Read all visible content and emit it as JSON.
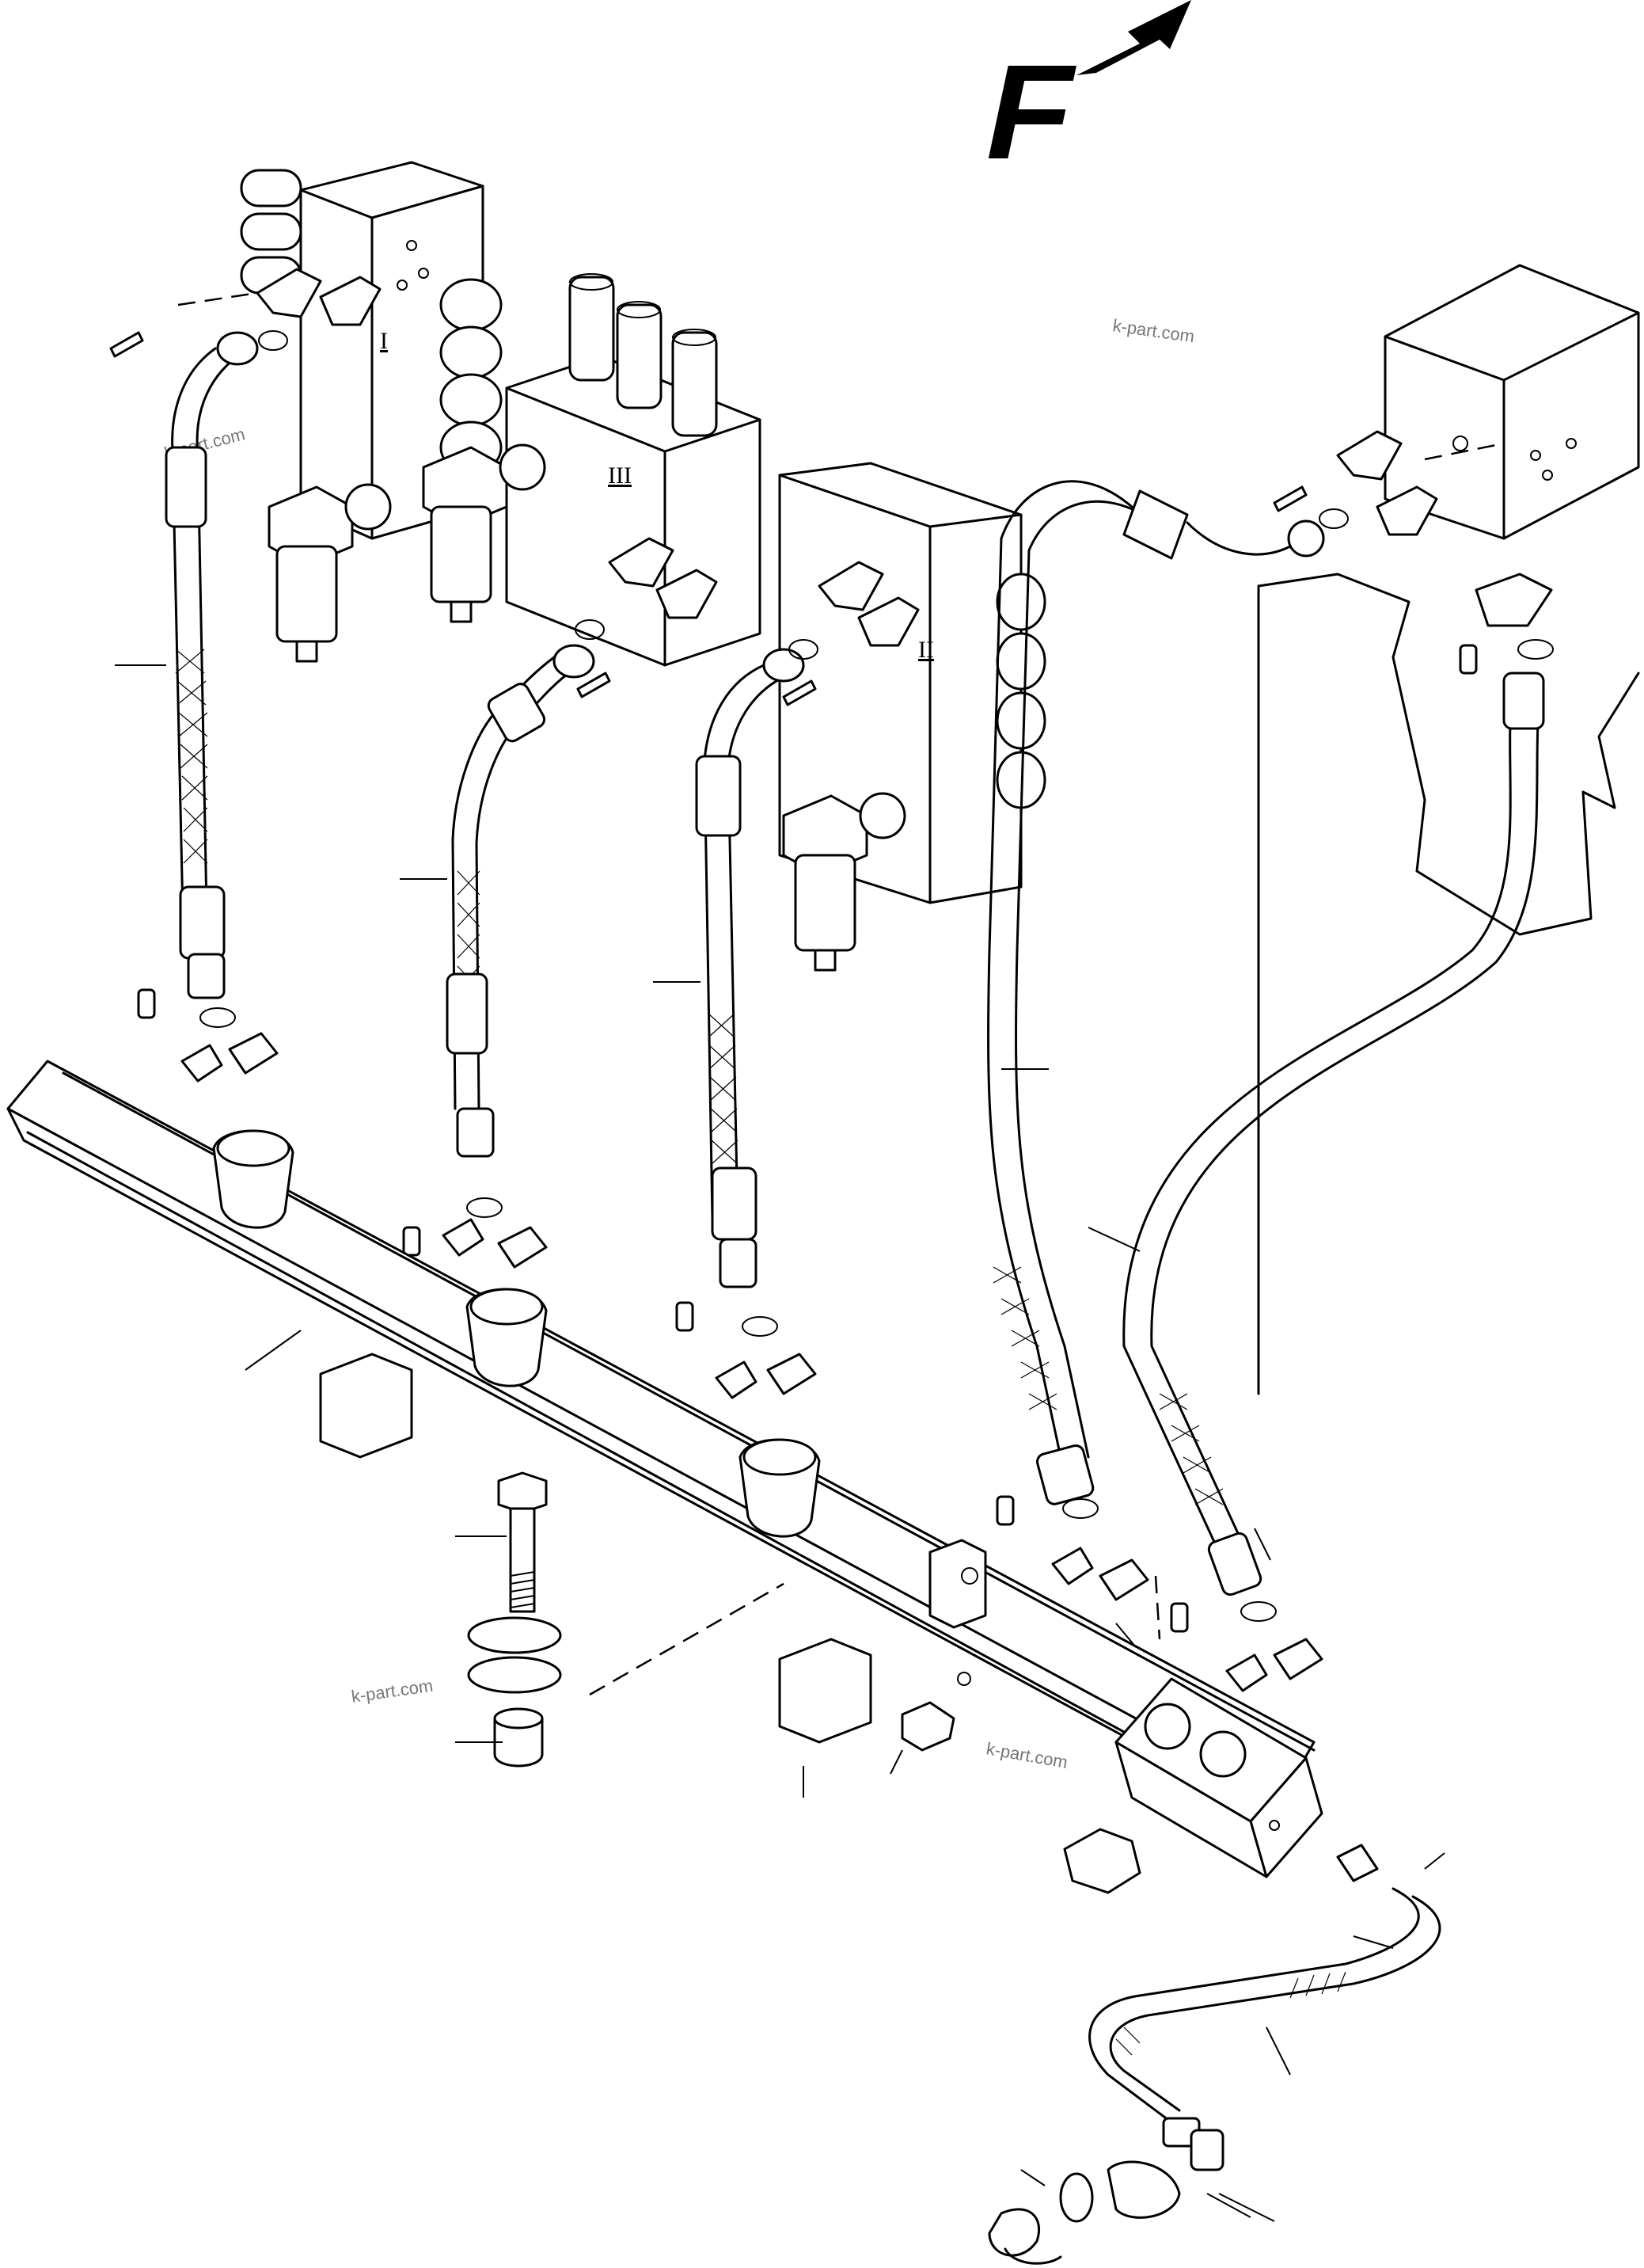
{
  "direction_marker": {
    "letter": "F",
    "icon": "front-arrow-icon"
  },
  "view_tags": [
    "I",
    "III",
    "II"
  ],
  "watermarks": [
    "k-part.com",
    "k-part.com",
    "k-part.com",
    "k-part.com"
  ],
  "colors": {
    "line": "#000000",
    "background": "#ffffff",
    "watermark": "#777777"
  }
}
